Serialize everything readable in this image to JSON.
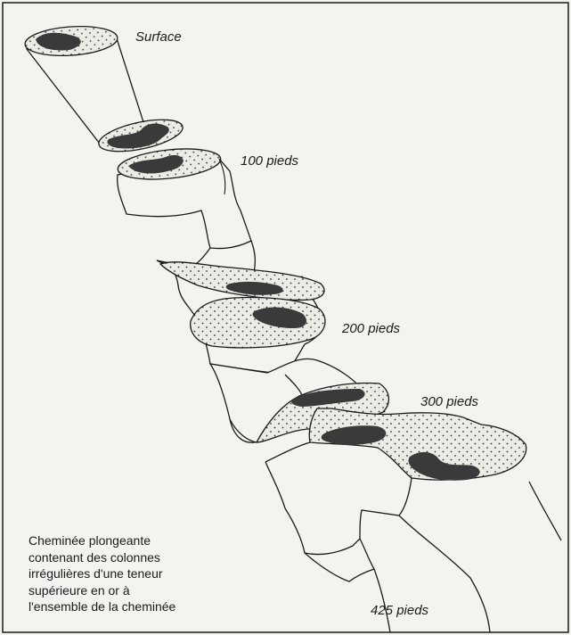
{
  "labels": {
    "surface": "Surface",
    "depth_100": "100 pieds",
    "depth_200": "200 pieds",
    "depth_300": "300 pieds",
    "depth_425": "425 pieds"
  },
  "caption": {
    "lines": [
      "Cheminée plongeante",
      "contenant des colonnes",
      "irrégulières d'une teneur",
      "supérieure en or à",
      "l'ensemble de la cheminée"
    ]
  },
  "colors": {
    "background": "#f3f3f0",
    "line": "#1a1a1a",
    "ore_column": "#3a3a3a",
    "section_fill": "#ecece6"
  }
}
